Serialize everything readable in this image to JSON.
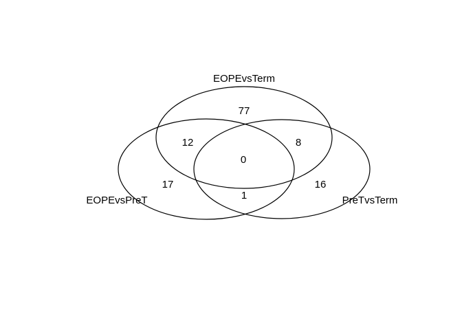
{
  "sets": {
    "a": {
      "name": "EOPEvsTerm"
    },
    "b": {
      "name": "EOPEvsPreT"
    },
    "c": {
      "name": "PreTvsTerm"
    }
  },
  "regions": {
    "a_only": "77",
    "b_only": "17",
    "c_only": "16",
    "ab": "12",
    "ac": "8",
    "bc": "1",
    "abc": "0"
  }
}
